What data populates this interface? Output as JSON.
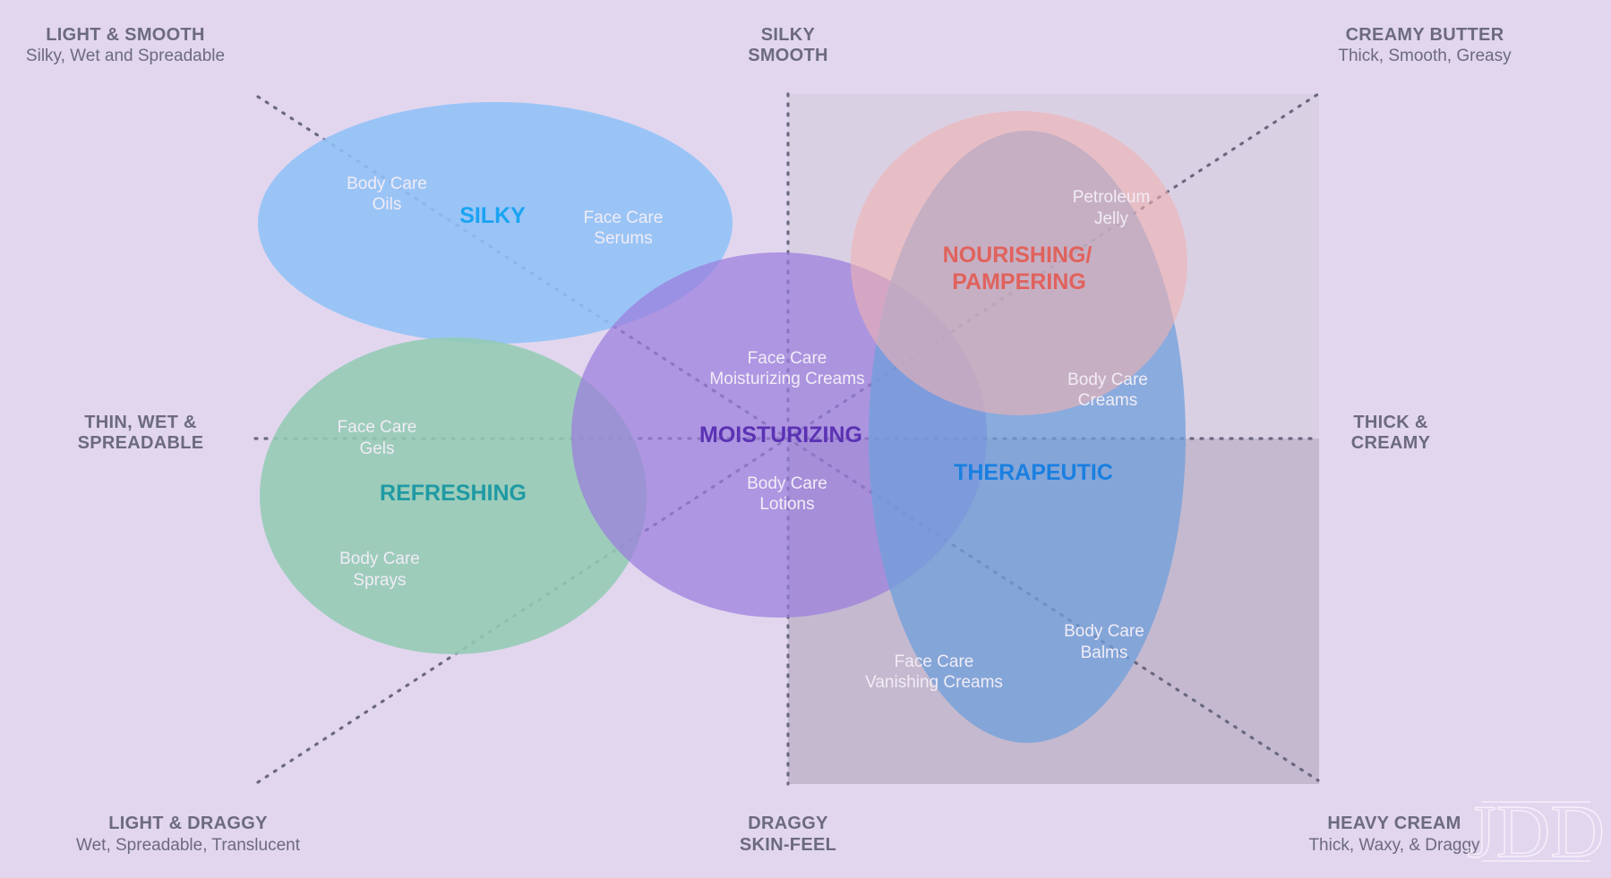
{
  "colors": {
    "background": "#e2d6ef",
    "quadrant_shade": "#c4b9cf",
    "label_gray": "#6c6a7f",
    "dotted_line": "#6a6880",
    "silky": "#8fc2f7",
    "refreshing": "#93cbb4",
    "moisturizing": "#9a7ddc",
    "nourishing": "#f0b3b3",
    "therapeutic": "#6f9fdb"
  },
  "corners": {
    "top_left": {
      "title": "LIGHT & SMOOTH",
      "subtitle": "Silky, Wet and Spreadable"
    },
    "top_center": {
      "line1": "SILKY",
      "line2": "SMOOTH"
    },
    "top_right": {
      "title": "CREAMY BUTTER",
      "subtitle": "Thick, Smooth, Greasy"
    },
    "mid_left": {
      "line1": "THIN, WET &",
      "line2": "SPREADABLE"
    },
    "mid_right": {
      "line1": "THICK &",
      "line2": "CREAMY"
    },
    "bottom_left": {
      "title": "LIGHT & DRAGGY",
      "subtitle": "Wet, Spreadable, Translucent"
    },
    "bottom_center": {
      "line1": "DRAGGY",
      "line2": "SKIN-FEEL"
    },
    "bottom_right": {
      "title": "HEAVY CREAM",
      "subtitle": "Thick, Waxy, & Draggy"
    }
  },
  "categories": {
    "silky": {
      "label": "SILKY",
      "color": "#1aa3f2"
    },
    "refreshing": {
      "label": "REFRESHING",
      "color": "#1f9aa3"
    },
    "moisturizing": {
      "label": "MOISTURIZING",
      "color": "#5b32b3"
    },
    "nourishing": {
      "line1": "NOURISHING/",
      "line2": "PAMPERING",
      "color": "#e0625c"
    },
    "therapeutic": {
      "label": "THERAPEUTIC",
      "color": "#1a7fe0"
    }
  },
  "items": {
    "body_care_oils": {
      "line1": "Body Care",
      "line2": "Oils"
    },
    "face_care_serums": {
      "line1": "Face Care",
      "line2": "Serums"
    },
    "petroleum_jelly": {
      "line1": "Petroleum",
      "line2": "Jelly"
    },
    "face_care_moisturizing_creams": {
      "line1": "Face Care",
      "line2": "Moisturizing Creams"
    },
    "body_care_creams": {
      "line1": "Body Care",
      "line2": "Creams"
    },
    "face_care_gels": {
      "line1": "Face Care",
      "line2": "Gels"
    },
    "body_care_lotions": {
      "line1": "Body Care",
      "line2": "Lotions"
    },
    "body_care_sprays": {
      "line1": "Body Care",
      "line2": "Sprays"
    },
    "body_care_balms": {
      "line1": "Body Care",
      "line2": "Balms"
    },
    "face_care_vanishing_creams": {
      "line1": "Face Care",
      "line2": "Vanishing Creams"
    }
  },
  "watermark": "JDD"
}
